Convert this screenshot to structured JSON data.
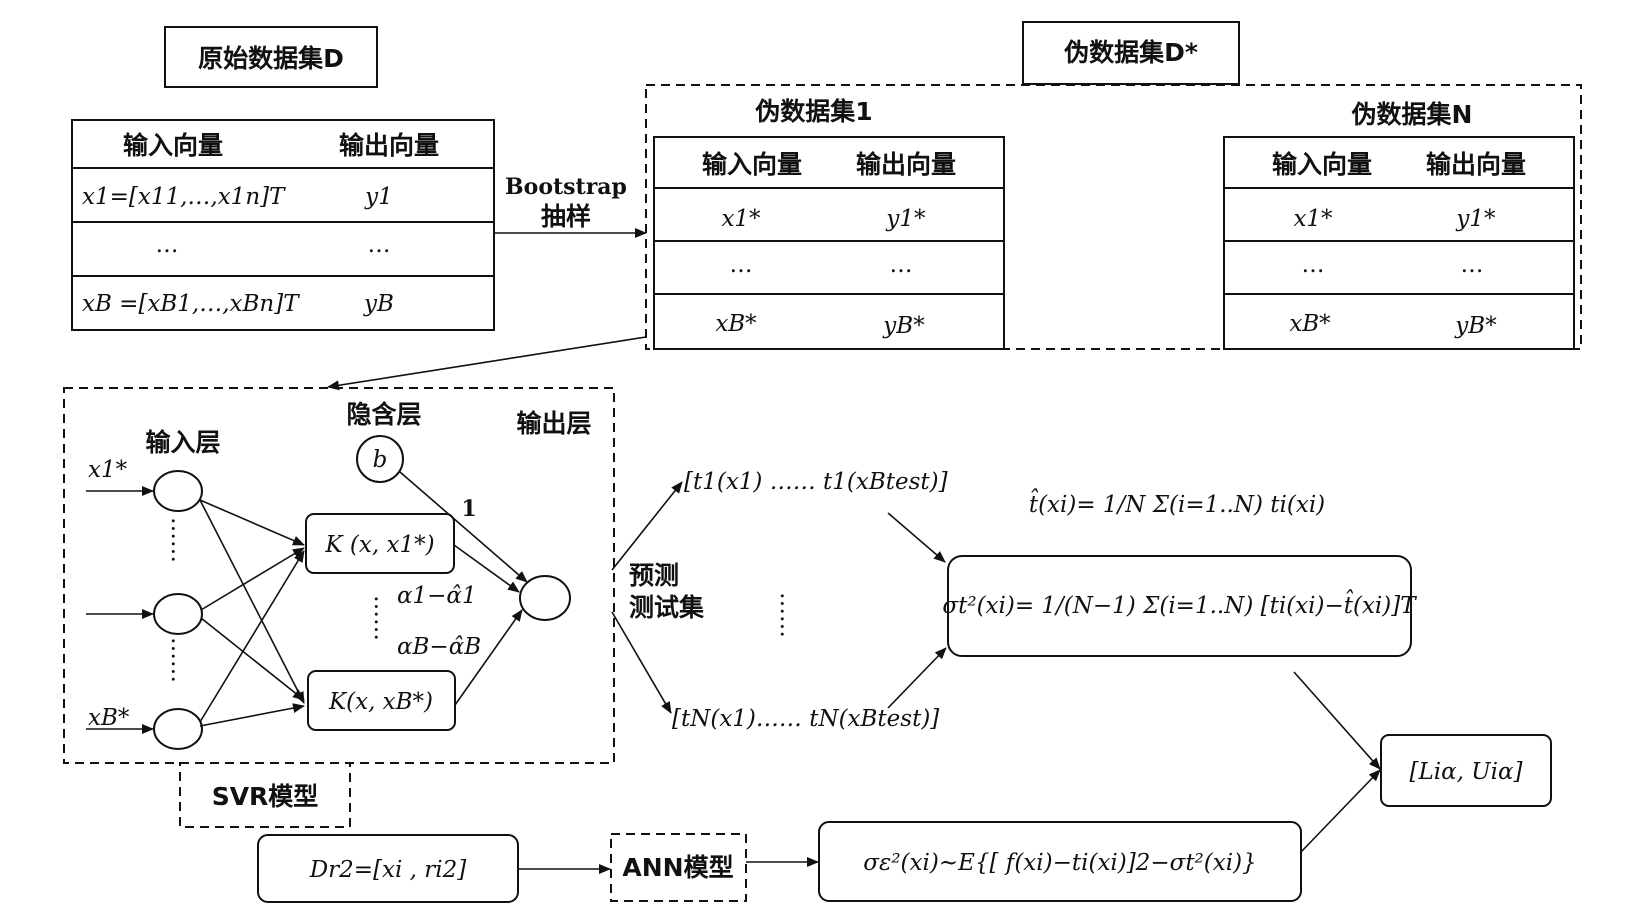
{
  "original_dataset": {
    "title": "原始数据集D",
    "header_input": "输入向量",
    "header_output": "输出向量",
    "rows": [
      {
        "input": "x1=[x11,…,x1n]T",
        "output": "y1"
      },
      {
        "input": "…",
        "output": "…"
      },
      {
        "input": "xB =[xB1,…,xBn]T",
        "output": "yB"
      }
    ]
  },
  "bootstrap": {
    "line1": "Bootstrap",
    "line2": "抽样"
  },
  "pseudo_dataset": {
    "title": "伪数据集D*",
    "set1_title": "伪数据集1",
    "setN_title": "伪数据集N",
    "header_input": "输入向量",
    "header_output": "输出向量",
    "rows": [
      {
        "input": "x1*",
        "output": "y1*"
      },
      {
        "input": "…",
        "output": "…"
      },
      {
        "input": "xB*",
        "output": "yB*"
      }
    ]
  },
  "svr": {
    "input_layer": "输入层",
    "hidden_layer": "隐含层",
    "output_layer": "输出层",
    "bias": "b",
    "weight_one": "1",
    "input_x1": "x1*",
    "input_xB": "xB*",
    "kernel1": "K (x, x1*)",
    "kernelB": "K(x, xB*)",
    "alpha1": "α1−α̂1",
    "alphaB": "αB−α̂B",
    "model_label": "SVR模型"
  },
  "predict": {
    "line1": "预测",
    "line2": "测试集"
  },
  "predictions": {
    "row1": "[t1(x1)  ……  t1(xBtest)]",
    "rowN": "[tN(x1)……  tN(xBtest)]"
  },
  "formulas": {
    "mean": "t̂(xi)= 1/N Σ(i=1..N) ti(xi)",
    "variance": "σt²(xi)= 1/(N−1) Σ(i=1..N) [ti(xi)−t̂(xi)]T",
    "dataset_r2": "Dr2=[xi , ri2]",
    "noise": "σε²(xi)~E{[ f(xi)−ti(xi)]2−σt²(xi)}",
    "interval": "[Liα, Uiα]"
  },
  "ann": {
    "label": "ANN模型"
  }
}
